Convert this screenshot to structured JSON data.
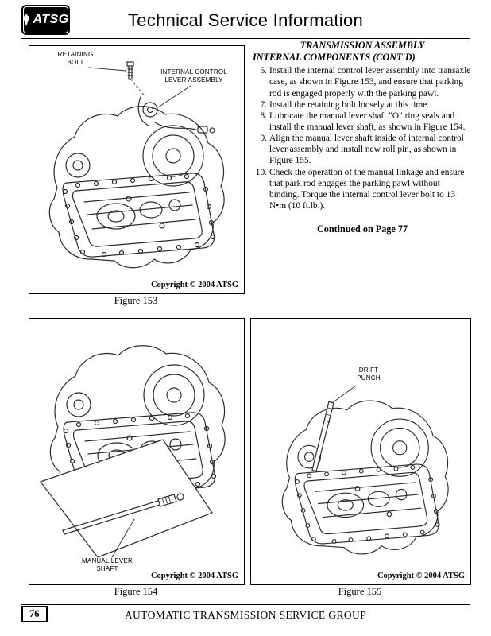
{
  "header": {
    "logo_text": "ATSG",
    "title": "Technical Service Information"
  },
  "article": {
    "heading1": "TRANSMISSION ASSEMBLY",
    "heading2": "INTERNAL COMPONENTS (CONT'D)",
    "steps": [
      {
        "num": "6.",
        "text": "Install the internal control lever assembly into transaxle case, as shown in Figure 153, and ensure that parking rod is engaged properly with the parking pawl."
      },
      {
        "num": "7.",
        "text": "Install the retaining bolt loosely at this time."
      },
      {
        "num": "8.",
        "text": "Lubricate the manual lever shaft \"O\" ring seals and install the manual lever shaft, as shown in Figure 154."
      },
      {
        "num": "9.",
        "text": "Align the manual lever shaft inside of internal control lever assembly and install new roll pin, as shown in Figure 155."
      },
      {
        "num": "10.",
        "text": "Check the operation of the manual linkage and ensure that park rod engages the parking pawl without binding. Torque the internal control lever bolt to 13 N•m (10 ft.lb.)."
      }
    ],
    "continued": "Continued on Page 77"
  },
  "figures": {
    "f153": {
      "caption": "Figure 153",
      "copyright": "Copyright © 2004 ATSG",
      "label_retaining_bolt": "RETAINING\nBOLT",
      "label_internal_control": "INTERNAL CONTROL\nLEVER ASSEMBLY"
    },
    "f154": {
      "caption": "Figure 154",
      "copyright": "Copyright © 2004 ATSG",
      "label_manual_lever": "MANUAL LEVER\nSHAFT"
    },
    "f155": {
      "caption": "Figure 155",
      "copyright": "Copyright © 2004 ATSG",
      "label_drift_punch": "DRIFT\nPUNCH"
    }
  },
  "footer": {
    "page_number": "76",
    "text": "AUTOMATIC TRANSMISSION SERVICE GROUP"
  }
}
